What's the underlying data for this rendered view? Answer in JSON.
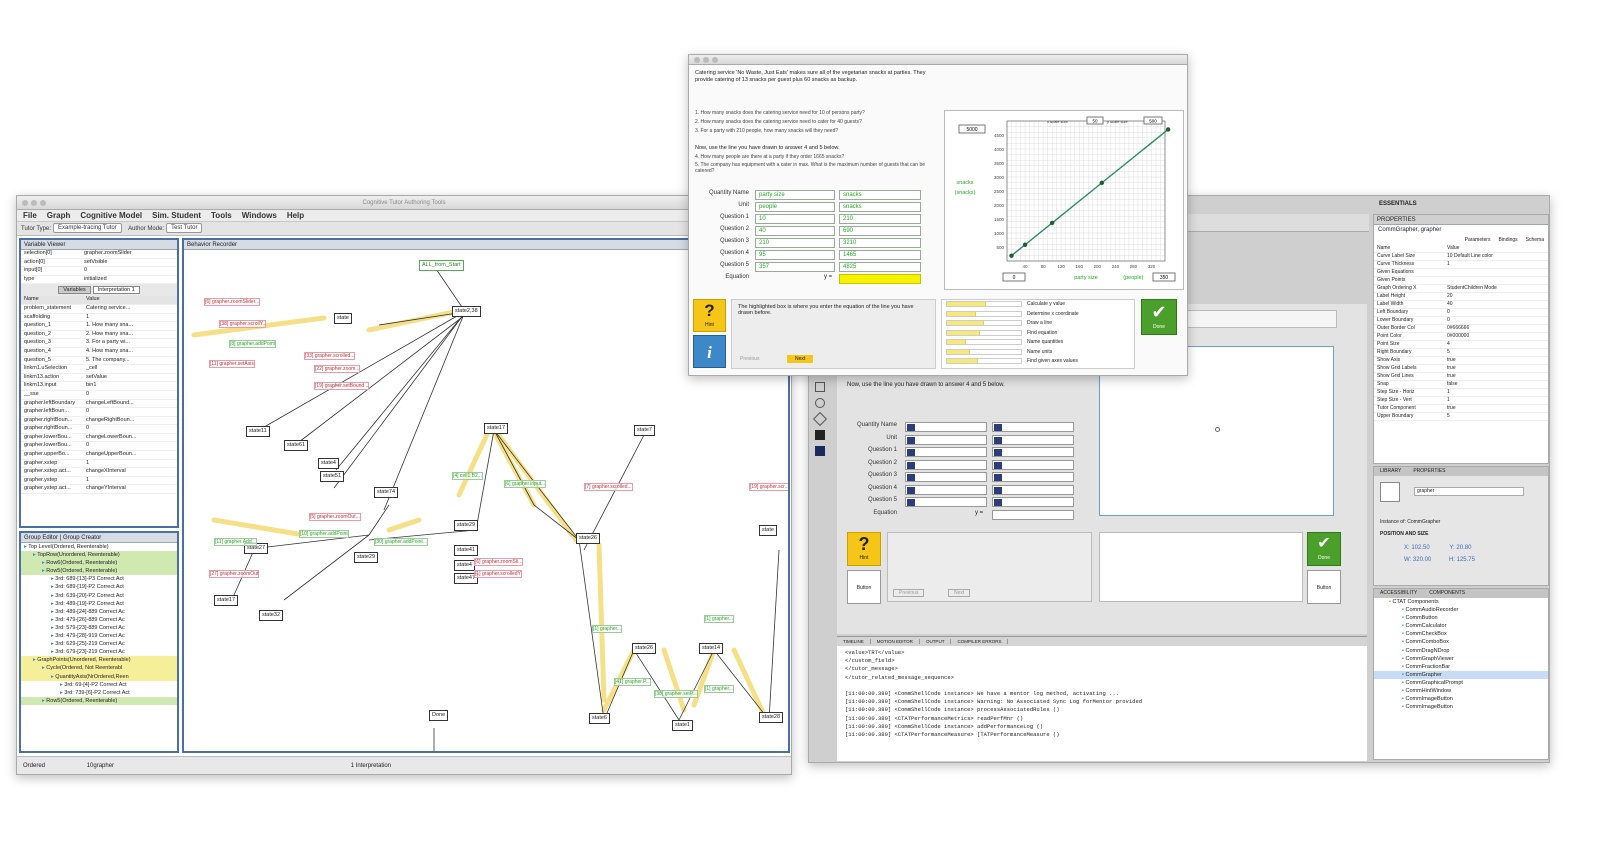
{
  "left": {
    "window_title": "Cognitive Tutor Authoring Tools",
    "menu": [
      "File",
      "Graph",
      "Cognitive Model",
      "Sim. Student",
      "Tools",
      "Windows",
      "Help"
    ],
    "toolbar": {
      "tutor_type_label": "Tutor Type:",
      "tutor_type_value": "Example-tracing Tutor",
      "author_mode_label": "Author Mode:",
      "author_mode_value": "Test Tutor"
    },
    "variable_viewer": {
      "title": "Variable Viewer",
      "top": [
        [
          "selection[0]",
          "grapher.zoomSlider"
        ],
        [
          "action[0]",
          "setVisible"
        ],
        [
          "input[0]",
          "0"
        ],
        [
          "type",
          "initialized"
        ]
      ],
      "tabs": [
        "Variables",
        "Interpretation 1"
      ],
      "headers": [
        "Name",
        "Value"
      ],
      "rows": [
        [
          "problem_statement",
          "Catering service..."
        ],
        [
          "scaffolding",
          "1"
        ],
        [
          "question_1",
          "1. How many sna..."
        ],
        [
          "question_2",
          "2. How many sna..."
        ],
        [
          "question_3",
          "3. For a party wi..."
        ],
        [
          "question_4",
          "4. How many sna..."
        ],
        [
          "question_5",
          "5. The company..."
        ],
        [
          "linkm1.uSelection",
          "_cell"
        ],
        [
          "linkm13.action",
          "setValue"
        ],
        [
          "linkm13.input",
          "bin1"
        ],
        [
          "__sse",
          "0"
        ],
        [
          "grapher.leftBoundary",
          "changeLeftBound..."
        ],
        [
          "grapher.leftBoun...",
          "0"
        ],
        [
          "grapher.rightBoun...",
          "changeRightBoun..."
        ],
        [
          "grapher.rightBoun...",
          "0"
        ],
        [
          "grapher.lowerBou...",
          "changeLowerBoun..."
        ],
        [
          "grapher.lowerBou...",
          "0"
        ],
        [
          "grapher.upperBo...",
          "changeUpperBoun..."
        ],
        [
          "grapher.xstep",
          "1"
        ],
        [
          "grapher.xstep.act...",
          "changeXInterval"
        ],
        [
          "grapher.ystep",
          "1"
        ],
        [
          "grapher.ystep.act...",
          "changeYInterval"
        ]
      ]
    },
    "group_editor": {
      "title": "Group Editor",
      "title2": "Group Creator",
      "items": [
        [
          "Top Level(Ordered, Reenterable)",
          "",
          0
        ],
        [
          "TopRow(Unordered, Reenterable)",
          "hl",
          1
        ],
        [
          "Row6(Ordered, Reenterable)",
          "hl",
          2
        ],
        [
          "Row5(Ordered, Reenterable)",
          "hl",
          2
        ],
        [
          "3rd: 689-[13]-P3 Correct Act",
          "",
          3
        ],
        [
          "3rd: 689-[19]-P2 Correct Act",
          "",
          3
        ],
        [
          "3rd: 639-[20]-P2 Correct Act",
          "",
          3
        ],
        [
          "3rd: 489-[19]-P2 Correct Act",
          "",
          3
        ],
        [
          "3rd: 489-[24]-889 Correct Ac",
          "",
          3
        ],
        [
          "3rd: 479-[26]-889 Correct Ac",
          "",
          3
        ],
        [
          "3rd: 579-[23]-889 Correct Ac",
          "",
          3
        ],
        [
          "3rd: 479-[28]-919 Correct Ac",
          "",
          3
        ],
        [
          "3rd: 629-[25]-219 Correct Ac",
          "",
          3
        ],
        [
          "3rd: 679-[23]-219 Correct Ac",
          "",
          3
        ],
        [
          "GraphPoints(Unordered, Reenterable)",
          "hy",
          1
        ],
        [
          "Cycle(Ordered, Not Reenterabl",
          "hy",
          2
        ],
        [
          "QuantityAxis(NrOrdered,Reen",
          "hy",
          3
        ],
        [
          "3rd: 69-[4]-P2 Correct Act",
          "",
          4
        ],
        [
          "3rd: 739-[6]-P2 Correct Act",
          "",
          4
        ],
        [
          "Row5(Ordered, Reenterable)",
          "hl",
          2
        ]
      ]
    },
    "canvas_title": "Behavior Recorder",
    "status": {
      "a": "Ordered",
      "b": "10grapher",
      "c": "1 Interpretation"
    }
  },
  "right": {
    "essentials": "ESSENTIALS",
    "main_text": "Now, use the line you have drawn to answer 4 and 5 below.",
    "qlabels": [
      "Quantity Name",
      "Unit",
      "Question 1",
      "Question 2",
      "Question 3",
      "Question 4",
      "Question 5",
      "Equation"
    ],
    "y_eq": "y =",
    "hint_q": "?",
    "hint_label": "Hint",
    "done_label": "Done",
    "button_label": "Button",
    "prev_btn": "Previous",
    "next_btn": "Next",
    "console_tabs": [
      "TIMELINE",
      "MOTION EDITOR",
      "OUTPUT",
      "COMPILER ERRORS"
    ],
    "console": [
      "<value>TRT</value>",
      "</custom_field>",
      "</tutor_message>",
      "</tutor_related_message_sequence>",
      "",
      "[11:00:00.380] <CommShellCode instance> We have a mentor log method, activating ...",
      "[11:00:00.380] <CommShellCode instance> Warning: No Associated Sync Log forMentor provided",
      "[11:00:00.380] <CommShellCode instance> processAssociatedRules ()",
      "[11:00:00.380] <CTATPerformanceMetrics> readPerfMnr ()",
      "[11:00:00.380] <CommShellCode instance> addPerformanceLog ()",
      "[11:00:00.380] <CTATPerformanceMeasure> [TATPerformanceMeasure ()"
    ],
    "prop_header": "PROPERTIES",
    "comp_name": "CommGrapher, grapher",
    "prop_tabs": [
      "Parameters",
      "Bindings",
      "Schema"
    ],
    "props": [
      [
        "Name",
        "Value"
      ],
      [
        "Curve Label Size",
        "10 Default Line color"
      ],
      [
        "Curve Thickness",
        "1"
      ],
      [
        "Given Equations",
        ""
      ],
      [
        "Given Points",
        ""
      ],
      [
        "Graph Ordering X",
        "StudentChildren Mode"
      ],
      [
        "Label Height",
        "20"
      ],
      [
        "Label Width",
        "40"
      ],
      [
        "Left Boundary",
        "0"
      ],
      [
        "Lower Boundary",
        "0"
      ],
      [
        "Outer Border Col",
        "0#666666"
      ],
      [
        "Point Color",
        "0#000000"
      ],
      [
        "Point Size",
        "4"
      ],
      [
        "Right Boundary",
        "5"
      ],
      [
        "Show Axis",
        "true"
      ],
      [
        "Show Grid Labels",
        "true"
      ],
      [
        "Show Grid Lines",
        "true"
      ],
      [
        "Snap",
        "false"
      ],
      [
        "Step Size - Horiz",
        "1"
      ],
      [
        "Step Size - Vert",
        "1"
      ],
      [
        "Tutor Component",
        "true"
      ],
      [
        "Upper Boundary",
        "5"
      ]
    ],
    "library_tabs": [
      "LIBRARY",
      "PROPERTIES"
    ],
    "lib_field": "grapher",
    "instance_of": "Instance of:",
    "instance_val": "CommGrapher",
    "position": "POSITION AND SIZE",
    "pos": {
      "x_label": "X:",
      "x": "102.50",
      "y_label": "Y:",
      "y": "20.80",
      "w_label": "W:",
      "w": "320.00",
      "h_label": "H:",
      "h": "125.75"
    },
    "components_tabs": [
      "ACCESSIBILITY",
      "COMPONENTS"
    ],
    "components": [
      "CTAT Components",
      "CommAudioRecorder",
      "CommButton",
      "CommCalculator",
      "CommCheckBox",
      "CommComboBox",
      "CommDragNDrop",
      "CommGraphViewer",
      "CommFractionBar",
      "CommGrapher",
      "CommGraphicalPrompt",
      "CommHintWindow",
      "CommImageButton",
      "CommImageButton"
    ]
  },
  "tutor": {
    "problem": "Catering service 'No Waste, Just Eats' makes sure all of the vegetarian snacks at parties. They provide catering of 13 snacks per guest plus 60 snacks as backup.",
    "questions": [
      "1. How many snacks does the catering service need for 10 of persons party?",
      "2. How many snacks does the catering service need to cater for 40 guests?",
      "3. For a party with 210 people, how many snacks will they need?"
    ],
    "now_text": "Now, use the line you have drawn to answer 4 and 5 below.",
    "q4": "4. How many people are there at a party if they order 1665 snacks?",
    "q5": "5. The company has equipment with a cater in max. What is the maximum number of guests that can be catered?",
    "col1": [
      "party size",
      "people",
      "10",
      "40",
      "210",
      "95",
      "357"
    ],
    "col2": [
      "snacks",
      "snacks",
      "210",
      "690",
      "3210",
      "1465",
      "4825"
    ],
    "labels": [
      "Quantity Name",
      "Unit",
      "Question 1",
      "Question 2",
      "Question 3",
      "Question 4",
      "Question 5",
      "Equation"
    ],
    "y_eq": "y =",
    "hint_box": "The highlighted box is where you enter the equation of the line you have drawn before.",
    "prev": "Previous",
    "next": "Next",
    "hint": "Hint",
    "done": "Done",
    "skills": [
      "Calculate y value",
      "Determine x coordinate",
      "Draw a line",
      "Find equation",
      "Name quantities",
      "Name units",
      "Find given axes values"
    ],
    "graph": {
      "ylabel_top": "snacks",
      "ylabel_bot": "(snacks)",
      "xlabel": "party size",
      "xunit": "(people)",
      "xlo": "0",
      "xhi": "350",
      "ymax": "5000",
      "x_scale_label": "x scale size",
      "x_scale": "50",
      "y_scale_label": "y scale size",
      "y_scale": "500",
      "xticks": [
        "40",
        "80",
        "120",
        "160",
        "200",
        "240",
        "280",
        "320"
      ],
      "yticks": [
        "500",
        "1000",
        "1500",
        "2000",
        "2500",
        "3000",
        "3500",
        "4000",
        "4500"
      ],
      "x": [
        10,
        40,
        100,
        210,
        357
      ],
      "y": [
        190,
        580,
        1360,
        2790,
        4700
      ],
      "xmax": 350,
      "ymx": 5000
    }
  },
  "accent": {
    "hint": "#f5c518",
    "done": "#4aa02a",
    "blue": "#3d6ab8"
  }
}
